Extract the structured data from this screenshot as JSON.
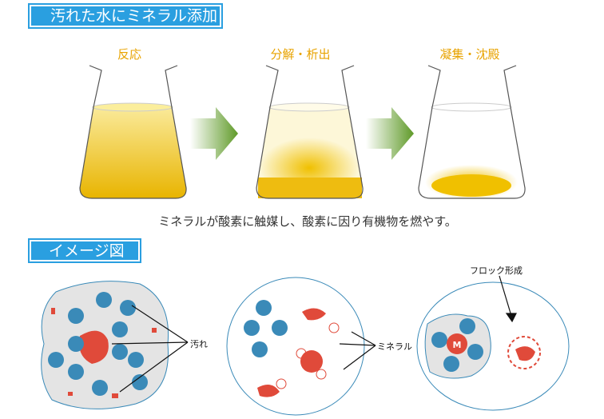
{
  "section1": {
    "title": "汚れた水にミネラル添加"
  },
  "stages": [
    {
      "label": "反応"
    },
    {
      "label": "分解・析出"
    },
    {
      "label": "凝集・沈殿"
    }
  ],
  "caption": "ミネラルが酸素に触媒し、酸素に因り有機物を燃やす。",
  "section2": {
    "title": "イメージ図"
  },
  "annotations": {
    "dirt": "汚れ",
    "mineral": "ミネラル",
    "floc": "フロック形成",
    "mineral_mark": "M"
  },
  "colors": {
    "header": "#2a9fe0",
    "stage": "#e8a300",
    "liquid": "#f0c419",
    "arrow": "#6aa233",
    "dirt": "#e04a3a",
    "organic": "#3a8ab8"
  }
}
